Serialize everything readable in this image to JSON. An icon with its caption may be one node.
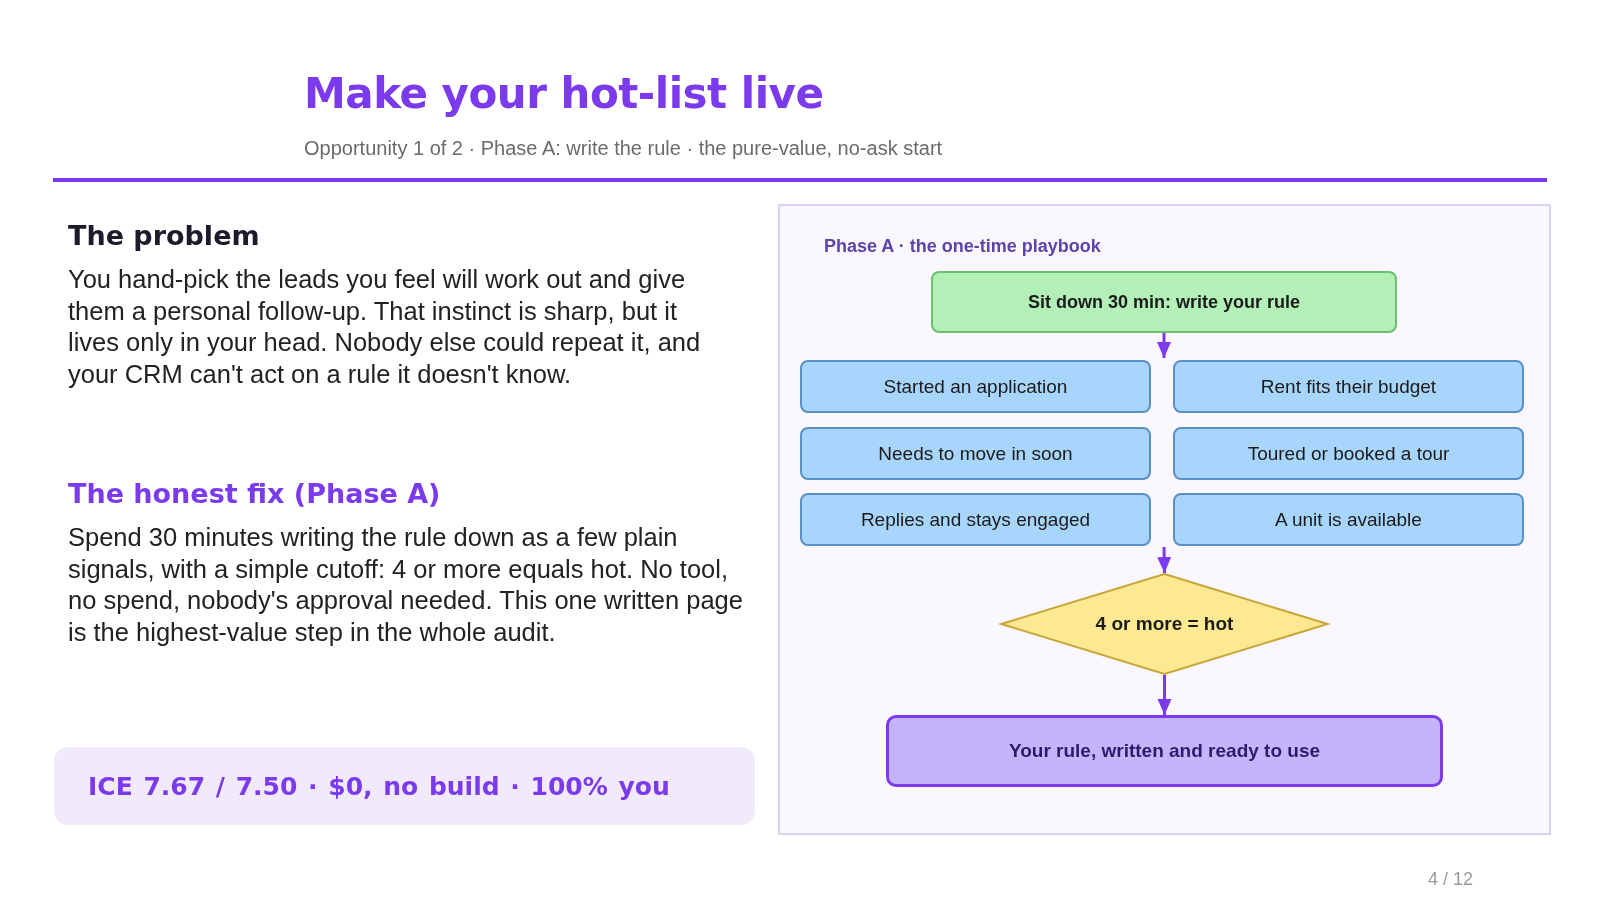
{
  "diagram": {
    "title": "Make your hot-list live",
    "nodes": [
      {
        "text": [
          "Phase A · the one-time playbook"
        ]
      },
      {
        "text": [
          "Sit down 30 min: write your rule"
        ],
        "in": 0
      },
      {
        "text": [
          "Started an application"
        ],
        "in": 0
      },
      {
        "text": [
          "Rent fits their budget"
        ],
        "in": 0
      },
      {
        "text": [
          "Needs to move in soon"
        ],
        "in": 0
      },
      {
        "text": [
          "Toured or booked a tour"
        ],
        "in": 0
      },
      {
        "text": [
          "Replies and stays engaged"
        ],
        "in": 0
      },
      {
        "text": [
          "A unit is available"
        ],
        "in": 0
      },
      {
        "text": [
          "4 or more = hot"
        ],
        "in": 0
      },
      {
        "text": [
          "Your rule, written and ready to use"
        ],
        "in": 0
      },
      {
        "text": [
          "ICE 7.67 / 7.50 · $0, no build · 100% you"
        ]
      }
    ],
    "edges": [
      {
        "from": 1,
        "to": 2,
        "arrow": "to"
      },
      {
        "from": 7,
        "to": 8,
        "arrow": "to"
      },
      {
        "from": 8,
        "to": 9,
        "arrow": "to"
      }
    ],
    "labels": [
      "Opportunity 1 of 2 · Phase A: write the rule · the pure-value, no-ask start",
      "The problem",
      "You hand-pick the leads you feel will work out and give them a personal follow-up. That instinct is sharp, but it lives only in your head. Nobody else could repeat it, and your CRM can't act on a rule it doesn't know.",
      "The honest fix (Phase A)",
      "Spend 30 minutes writing the rule down as a few plain signals, with a simple cutoff: 4 or more equals hot. No tool, no spend, nobody's approval needed. This one written page is the highest-value step in the whole audit.",
      "4 / 12"
    ]
  }
}
